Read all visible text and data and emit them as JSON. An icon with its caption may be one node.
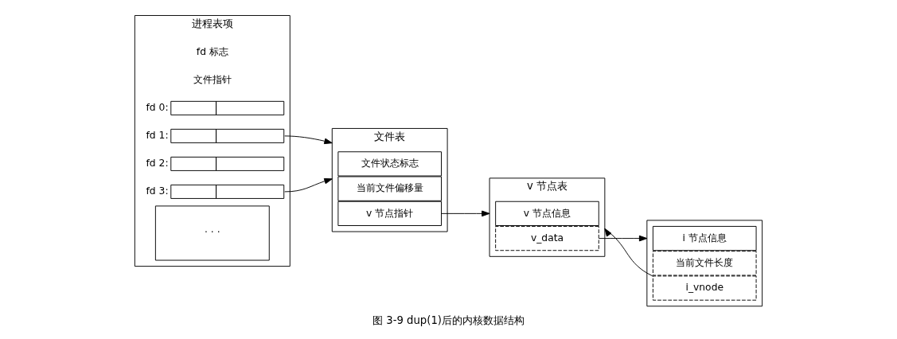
{
  "diagram": {
    "caption": "图 3-9 dup(1)后的内核数据结构",
    "nodes": [
      {
        "text": [
          "进程表项"
        ]
      },
      {
        "text": [],
        "shape": "box",
        "beside": [
          "fd 0:"
        ],
        "in": 0
      },
      {
        "text": [],
        "shape": "box",
        "beside": [
          "fd 1:"
        ],
        "in": 0
      },
      {
        "text": [],
        "shape": "box",
        "beside": [
          "fd 2:"
        ],
        "in": 0
      },
      {
        "text": [],
        "shape": "box",
        "beside": [
          "fd 3:"
        ],
        "in": 0
      },
      {
        "text": [
          "· · ·"
        ],
        "in": 0
      },
      {
        "text": [
          "文件表"
        ]
      },
      {
        "text": [
          "文件状态标志"
        ],
        "in": 6
      },
      {
        "text": [
          "当前文件偏移量"
        ],
        "in": 6
      },
      {
        "text": [
          "v 节点指针"
        ],
        "in": 6
      },
      {
        "text": [
          "v 节点表"
        ]
      },
      {
        "text": [
          "v 节点信息"
        ],
        "in": 10
      },
      {
        "text": [
          "v_data"
        ],
        "in": 10
      },
      {
        "text": [],
        "shape": "box"
      },
      {
        "text": [
          "i 节点信息"
        ],
        "in": 13
      },
      {
        "text": [
          "当前文件长度"
        ],
        "in": 13
      },
      {
        "text": [
          "i_vnode"
        ],
        "in": 13
      }
    ],
    "edges": [
      {
        "from": 2,
        "to": 6,
        "arrow": "to"
      },
      {
        "from": 4,
        "to": 6,
        "arrow": "to"
      },
      {
        "from": 9,
        "to": 10,
        "arrow": "to"
      },
      {
        "from": 12,
        "to": 13,
        "arrow": "to"
      },
      {
        "from": 16,
        "to": 10,
        "arrow": "to"
      }
    ],
    "labels": [
      "fd 标志",
      "文件指针"
    ]
  }
}
